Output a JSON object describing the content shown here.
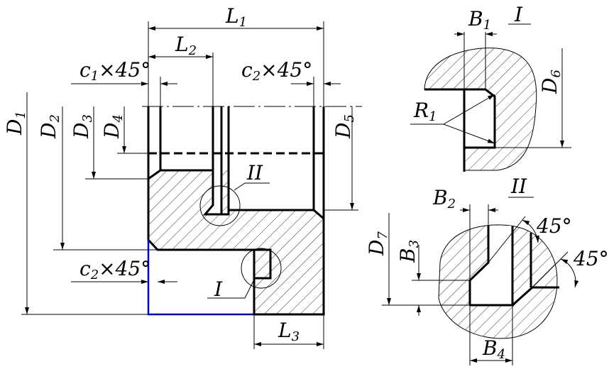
{
  "labels": {
    "L1": {
      "main": "L",
      "sub": "1"
    },
    "L2": {
      "main": "L",
      "sub": "2"
    },
    "L3": {
      "main": "L",
      "sub": "3"
    },
    "D1": {
      "main": "D",
      "sub": "1"
    },
    "D2": {
      "main": "D",
      "sub": "2"
    },
    "D3": {
      "main": "D",
      "sub": "3"
    },
    "D4": {
      "main": "D",
      "sub": "4"
    },
    "D5": {
      "main": "D",
      "sub": "5"
    },
    "D6": {
      "main": "D",
      "sub": "6"
    },
    "D7": {
      "main": "D",
      "sub": "7"
    },
    "B1": {
      "main": "B",
      "sub": "1"
    },
    "B2": {
      "main": "B",
      "sub": "2"
    },
    "B3": {
      "main": "B",
      "sub": "3"
    },
    "B4": {
      "main": "B",
      "sub": "4"
    },
    "R1": {
      "main": "R",
      "sub": "1"
    },
    "c1": {
      "main": "c",
      "sub": "1",
      "tail": "×45°"
    },
    "c2_top": {
      "main": "c",
      "sub": "2",
      "tail": "×45°"
    },
    "c2_bottom": {
      "main": "c",
      "sub": "2",
      "tail": "×45°"
    },
    "detail_I_marker": "I",
    "detail_II_marker": "II",
    "detail_I_title": "I",
    "detail_II_title": "II",
    "angle_1": "45°",
    "angle_2": "45°"
  },
  "colors": {
    "outline": "#000000",
    "highlight": "#0000cc"
  }
}
